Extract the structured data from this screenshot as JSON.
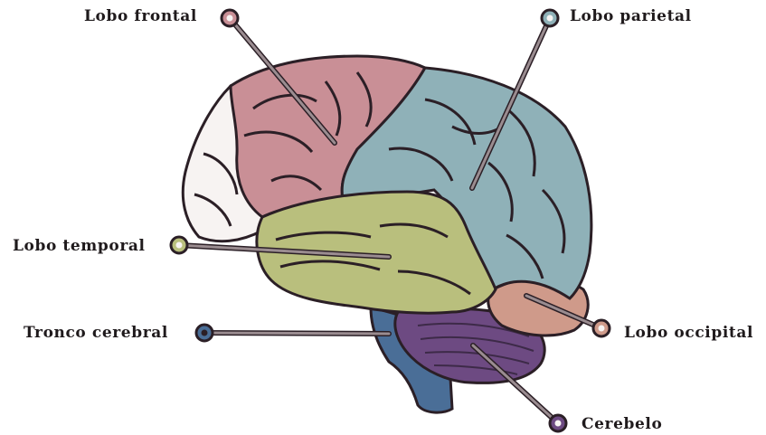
{
  "labels": {
    "frontal": "Lobo frontal",
    "parietal": "Lobo parietal",
    "temporal": "Lobo temporal",
    "brainstem": "Tronco cerebral",
    "occipital": "Lobo occipital",
    "cerebellum": "Cerebelo"
  },
  "colors": {
    "frontal": "#c98f96",
    "parietal": "#8fb1b8",
    "temporal": "#b9bf7d",
    "brainstem": "#4a6e97",
    "occipital": "#cf9a8a",
    "cerebellum": "#6d4a82",
    "outline": "#2b1f26",
    "pointer_line": "#5a4a50"
  }
}
